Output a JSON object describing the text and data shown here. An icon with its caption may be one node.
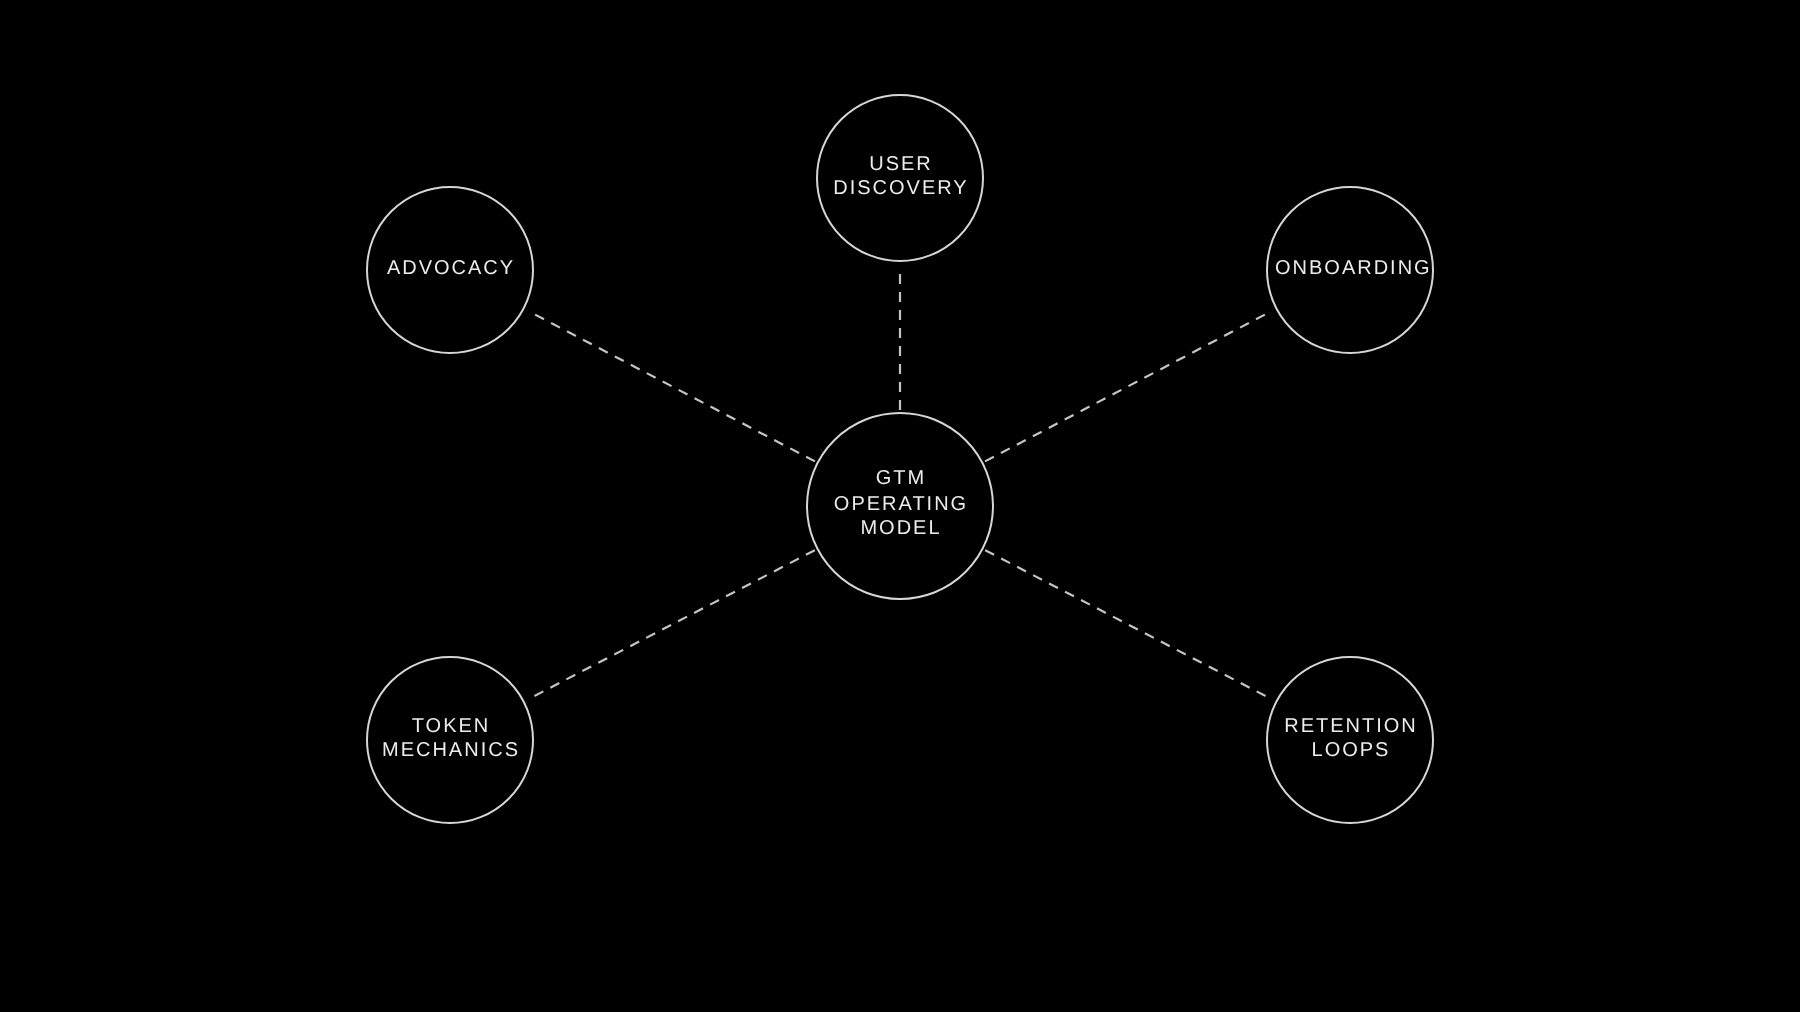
{
  "diagram": {
    "nodes": [
      {
        "text": [
          "USER DISCOVERY"
        ]
      },
      {
        "text": [
          "ADVOCACY"
        ]
      },
      {
        "text": [
          "ONBOARDING"
        ]
      },
      {
        "text": [
          "GTM OPERATING MODEL"
        ]
      },
      {
        "text": [
          "TOKEN MECHANICS"
        ]
      },
      {
        "text": [
          "RETENTION LOOPS"
        ]
      }
    ],
    "edges": [
      {
        "from": 3,
        "to": 0,
        "arrow": "none",
        "style": "dashed"
      },
      {
        "from": 3,
        "to": 1,
        "arrow": "none",
        "style": "dashed"
      },
      {
        "from": 3,
        "to": 2,
        "arrow": "none",
        "style": "dashed"
      },
      {
        "from": 3,
        "to": 4,
        "arrow": "none",
        "style": "dashed"
      },
      {
        "from": 3,
        "to": 5,
        "arrow": "none",
        "style": "dashed"
      }
    ]
  }
}
